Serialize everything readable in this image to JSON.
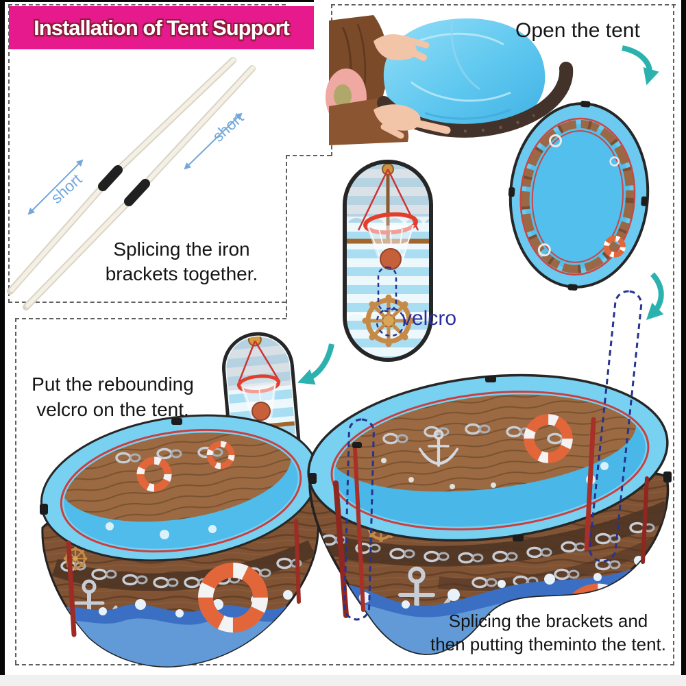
{
  "header": {
    "title": "Installation of Tent Support"
  },
  "steps": {
    "splice_poles": {
      "pole_label_left": "short",
      "pole_label_right": "short",
      "caption_line1": "Splicing the iron",
      "caption_line2": "brackets together."
    },
    "open_tent": {
      "caption": "Open the tent"
    },
    "attach_velcro_marker": {
      "label": "velcro"
    },
    "rebounding_velcro": {
      "caption_line1": "Put the rebounding",
      "caption_line2": "velcro on the tent."
    },
    "insert_brackets": {
      "caption_line1": "Splicing the brackets and",
      "caption_line2": "then putting theminto the tent."
    }
  },
  "colors": {
    "header_bg": "#e71a8d",
    "header_text": "#ffffff",
    "header_text_outline": "#8b1c39",
    "pole_label_blue": "#74a7da",
    "velcro_label_navy": "#2b2f9e",
    "arrow_teal": "#2cb2ae",
    "dashed_marker_navy": "#26338f",
    "panel_border_gray": "#5f5f5f",
    "body_text": "#151515",
    "tent_blue": "#79d1f2",
    "tent_floor_blue": "#49b8e8",
    "hull_wood_brown": "#7f5334",
    "pole_red": "#a83028",
    "wave_blue": "#3b6fc4"
  }
}
